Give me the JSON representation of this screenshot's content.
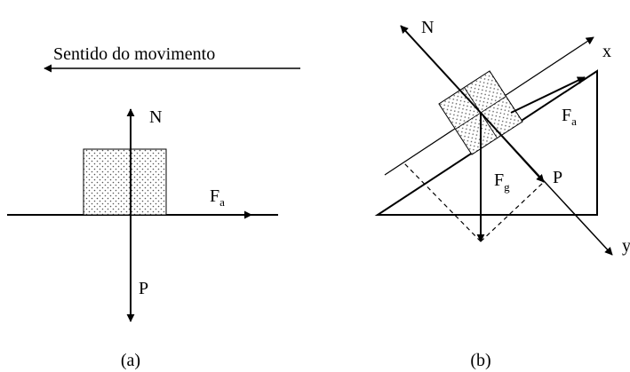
{
  "figure_a": {
    "movement_label": "Sentido do movimento",
    "normal_label": "N",
    "friction_label": "F",
    "friction_sub": "a",
    "weight_label": "P",
    "caption": "(a)"
  },
  "figure_b": {
    "normal_label": "N",
    "x_axis_label": "x",
    "y_axis_label": "y",
    "friction_label": "F",
    "friction_sub": "a",
    "gravity_label": "F",
    "gravity_sub": "g",
    "weight_label": "P",
    "caption": "(b)"
  },
  "colors": {
    "ink": "#000000",
    "block_fill": "#d9d9d9",
    "background": "#ffffff"
  }
}
